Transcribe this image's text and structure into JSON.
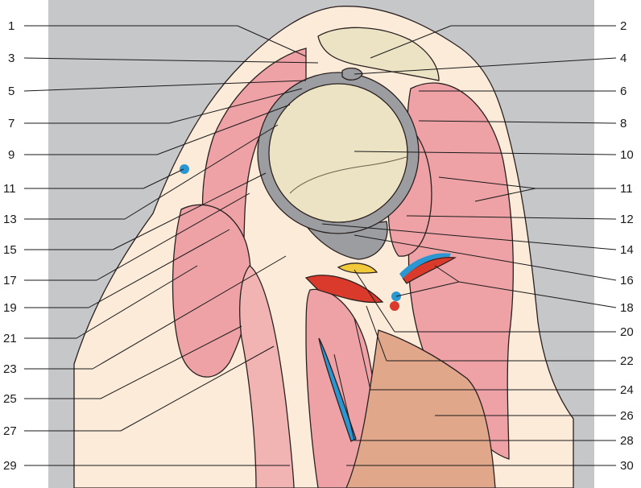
{
  "figure": {
    "colors": {
      "background_panel": "#c6c7c9",
      "skin": "#fcebd9",
      "muscle": "#eea2a6",
      "muscle_dark": "#e58f95",
      "bone": "#ece3c4",
      "cartilage_gray": "#9c9da1",
      "artery": "#d93a2c",
      "vein": "#2a97d3",
      "nerve": "#f1c93a",
      "deep_tissue": "#e0a78b",
      "leader_line": "#1a1a1a"
    },
    "labels_left": [
      "1",
      "3",
      "5",
      "7",
      "9",
      "11",
      "13",
      "15",
      "17",
      "19",
      "21",
      "23",
      "25",
      "27",
      "29"
    ],
    "labels_right": [
      "2",
      "4",
      "6",
      "8",
      "10",
      "11",
      "12",
      "14",
      "16",
      "18",
      "20",
      "22",
      "24",
      "26",
      "28",
      "30"
    ]
  }
}
